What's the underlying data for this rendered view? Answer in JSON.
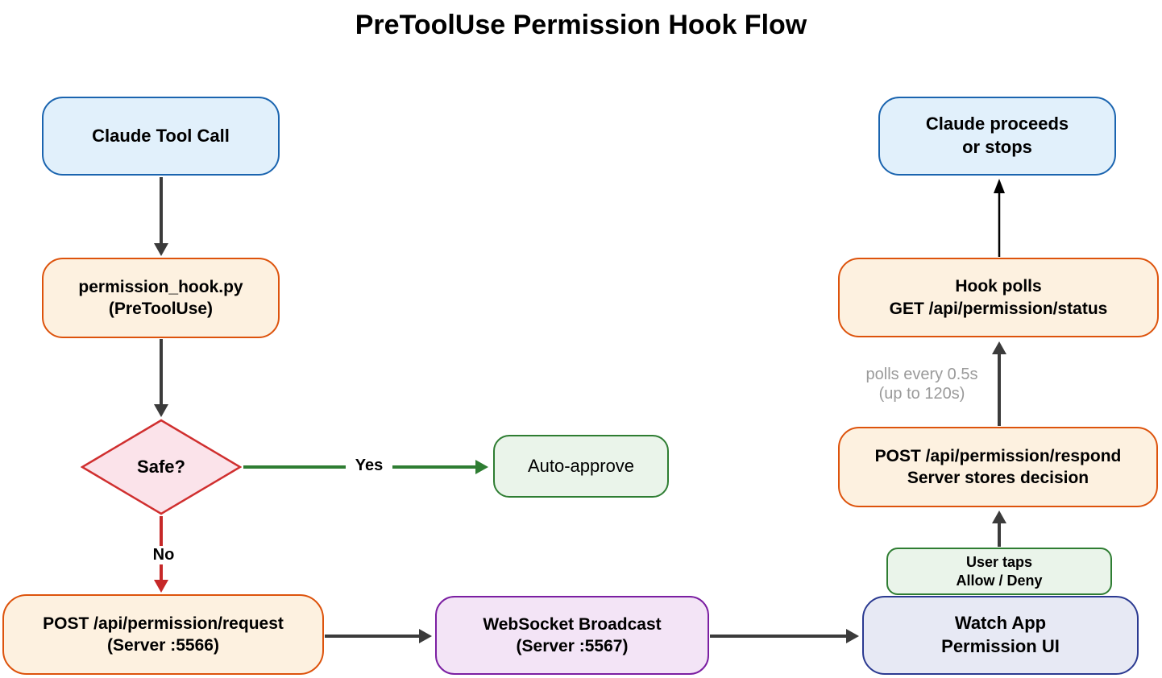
{
  "title": "PreToolUse Permission Hook Flow",
  "colors": {
    "background": "#ffffff",
    "text": "#000000",
    "blue_fill": "#e1f0fb",
    "blue_border": "#1a64af",
    "orange_fill": "#fdf1e0",
    "orange_border": "#dd530c",
    "green_fill": "#eaf4ea",
    "green_border": "#2e7d32",
    "purple_fill": "#f3e4f6",
    "purple_border": "#7b1fa2",
    "lavender_fill": "#e7e9f4",
    "navy_border": "#2b3a91",
    "pink_fill": "#fbe3ea",
    "red_border": "#d02f2f",
    "arrow_dark": "#3b3b3b",
    "arrow_green": "#2e7d32",
    "arrow_red": "#c62828",
    "arrow_thin": "#000000",
    "label_gray": "#9a9a9a"
  },
  "nodes": {
    "claude_tool_call": {
      "line1": "Claude Tool Call"
    },
    "permission_hook": {
      "line1": "permission_hook.py",
      "line2": "(PreToolUse)"
    },
    "safe_decision": {
      "line1": "Safe?"
    },
    "auto_approve": {
      "line1": "Auto-approve"
    },
    "post_request": {
      "line1": "POST /api/permission/request",
      "line2": "(Server :5566)"
    },
    "websocket_broadcast": {
      "line1": "WebSocket Broadcast",
      "line2": "(Server :5567)"
    },
    "watch_app": {
      "line1": "Watch App",
      "line2": "Permission UI"
    },
    "user_taps": {
      "line1": "User taps",
      "line2": "Allow / Deny"
    },
    "post_respond": {
      "line1": "POST /api/permission/respond",
      "line2": "Server stores decision"
    },
    "hook_polls": {
      "line1": "Hook polls",
      "line2": "GET /api/permission/status"
    },
    "claude_proceeds": {
      "line1": "Claude proceeds",
      "line2": "or stops"
    }
  },
  "edge_labels": {
    "yes": "Yes",
    "no": "No",
    "polls_line1": "polls every 0.5s",
    "polls_line2": "(up to 120s)"
  }
}
